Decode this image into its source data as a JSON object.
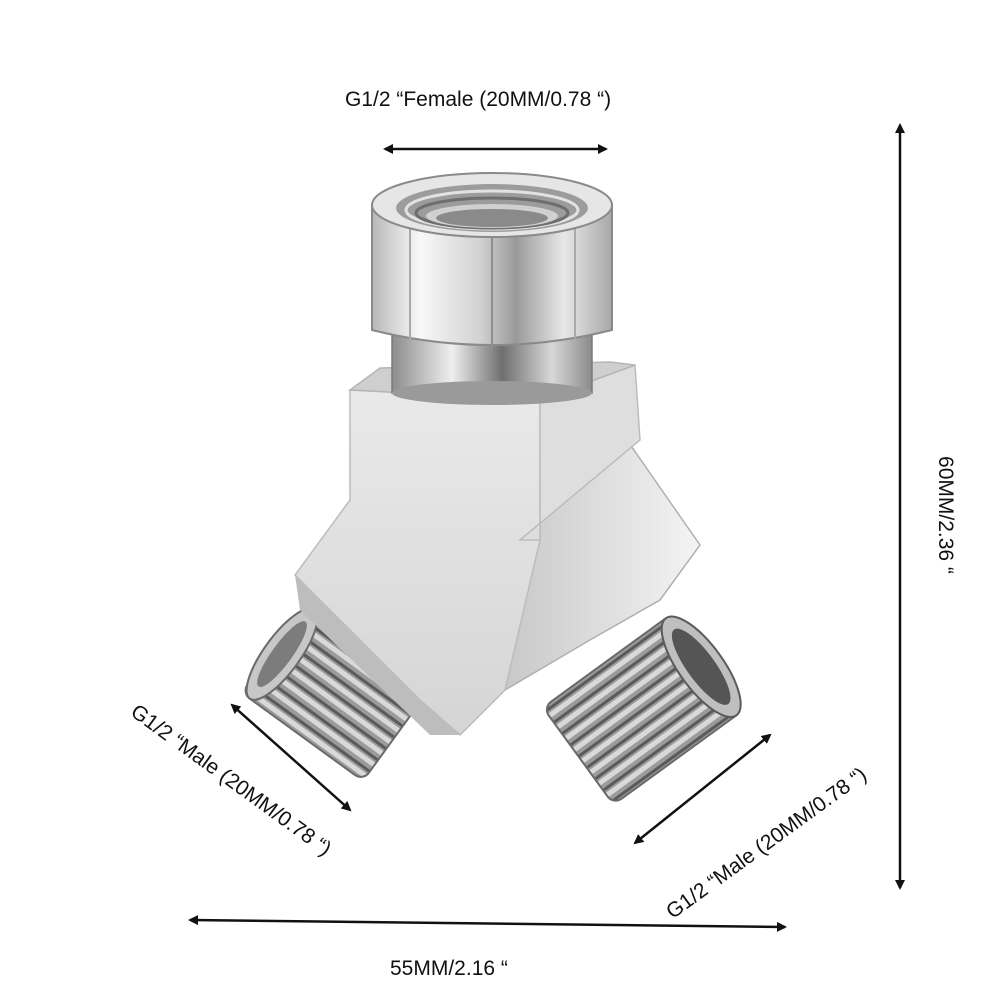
{
  "dimensions": {
    "top_female": "G1/2 “Female (20MM/0.78 “)",
    "left_male": "G1/2 “Male (20MM/0.78 “)",
    "right_male": "G1/2 “Male (20MM/0.78 “)",
    "height": "60MM/2.36 “",
    "width": "55MM/2.16 “"
  },
  "colors": {
    "chrome_light": "#f2f2f2",
    "chrome_mid": "#c9c9c9",
    "chrome_dark": "#7a7a7a",
    "thread_dark": "#4a4a4a",
    "arrow": "#111111"
  }
}
